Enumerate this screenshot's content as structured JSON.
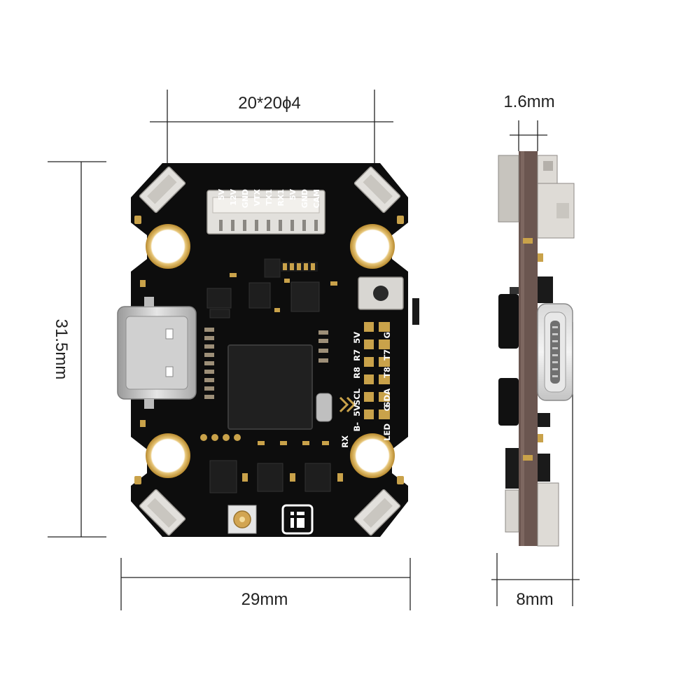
{
  "dimensions": {
    "hole_spacing": "20*20ϕ4",
    "height": "31.5mm",
    "width": "29mm",
    "pcb_thickness": "1.6mm",
    "depth": "8mm"
  },
  "board": {
    "top_connector_pins": [
      "5V",
      "12V",
      "GND",
      "VTX",
      "TX1",
      "RX1",
      "5V",
      "GND",
      "CAM"
    ],
    "right_pad_rows": [
      [
        "5V",
        "G"
      ],
      [
        "R7",
        "T7"
      ],
      [
        "R8",
        "T8"
      ],
      [
        "SCL",
        "SDA"
      ],
      [
        "5V",
        "G"
      ],
      [
        "B-",
        "LED"
      ]
    ],
    "rx_label": "RX"
  },
  "colors": {
    "pcb": "#0d0d0d",
    "gold": "#c9a24a",
    "connector": "#e2e0dc",
    "side_pcb": "#6b5650"
  }
}
